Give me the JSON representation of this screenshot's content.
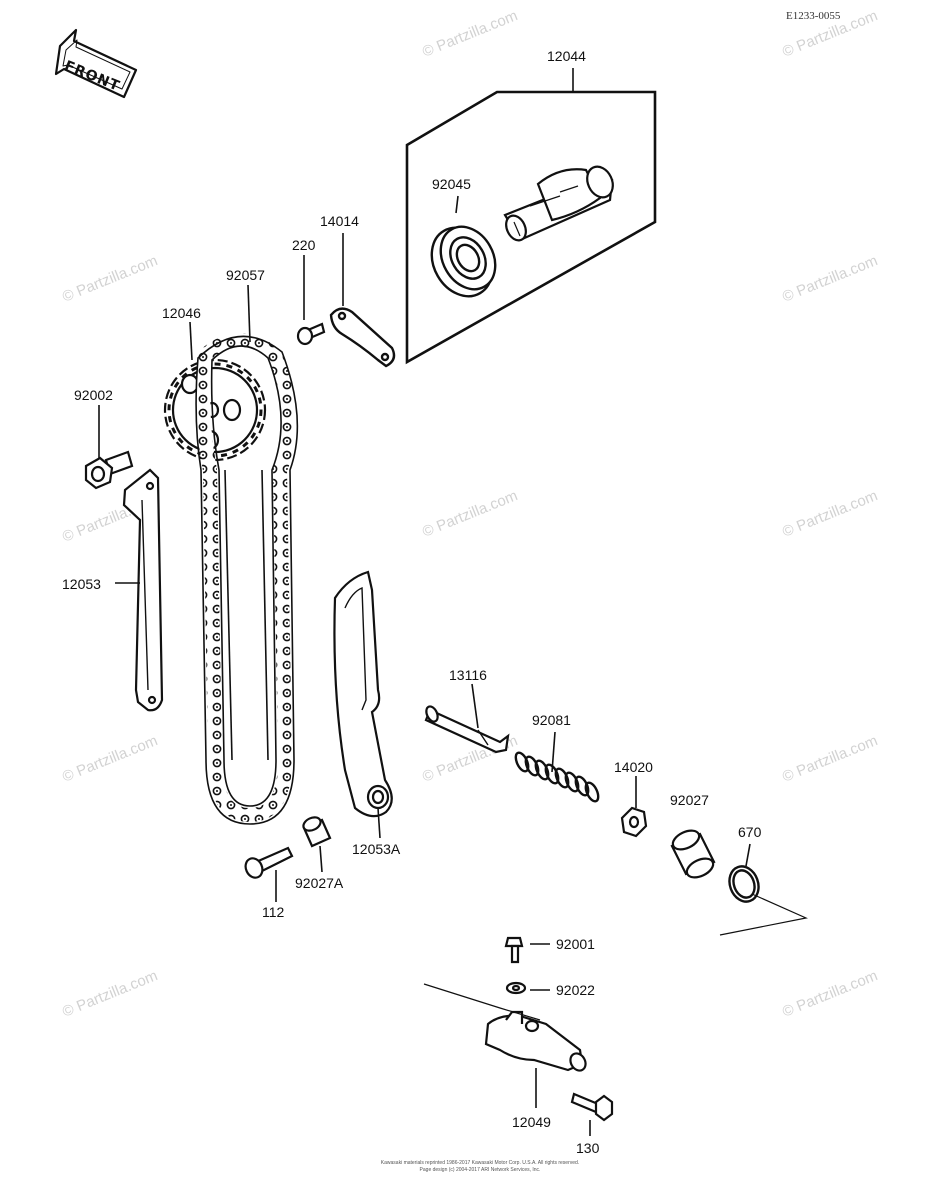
{
  "diagram_id": "E1233-0055",
  "front_label": "FRONT",
  "watermark_text": "© Partzilla.com",
  "parts": {
    "camshaft_assy": "12044",
    "bearing": "92045",
    "holder": "14014",
    "bolt_220": "220",
    "chain": "92057",
    "sprocket": "12046",
    "bolt_92002": "92002",
    "guide_left": "12053",
    "guide_right": "12053A",
    "rod": "13116",
    "spring": "92081",
    "nut": "14020",
    "collar": "92027",
    "oring": "670",
    "collar_a": "92027A",
    "bolt_112": "112",
    "bolt_92001": "92001",
    "washer": "92022",
    "tensioner": "12049",
    "bolt_130": "130"
  },
  "copyright_lines": [
    "Kawasaki materials reprinted 1986-2017 Kawasaki Motor Corp. U.S.A. All rights reserved.",
    "Page design (c) 2004-2017 ARI Network Services, Inc."
  ],
  "colors": {
    "ink": "#111111",
    "watermark": "#d2d2d2",
    "background": "#ffffff"
  }
}
